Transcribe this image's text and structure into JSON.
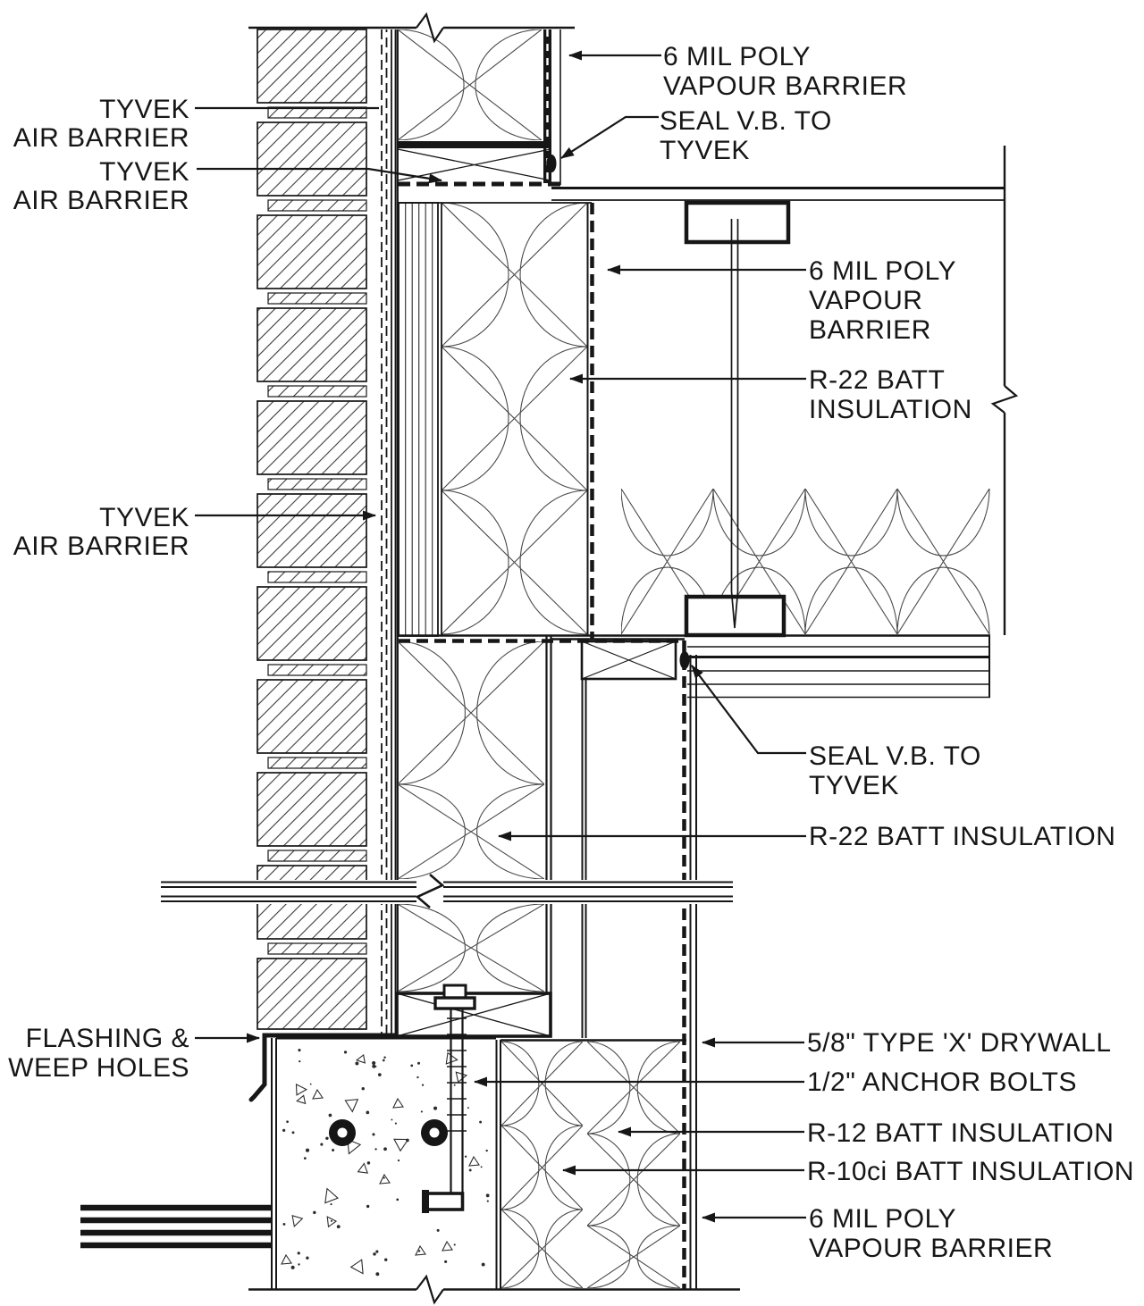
{
  "drawing": {
    "kind": "wall-section-construction-detail",
    "ink_color": "#161616",
    "background_color": "#ffffff"
  },
  "labels": {
    "left": [
      {
        "id": "tyvek-air-barrier-1",
        "lines": [
          "TYVEK",
          "AIR BARRIER"
        ]
      },
      {
        "id": "tyvek-air-barrier-2",
        "lines": [
          "TYVEK",
          "AIR BARRIER"
        ]
      },
      {
        "id": "tyvek-air-barrier-3",
        "lines": [
          "TYVEK",
          "AIR BARRIER"
        ]
      },
      {
        "id": "flashing-weep-holes",
        "lines": [
          "FLASHING &",
          "WEEP HOLES"
        ]
      }
    ],
    "right": [
      {
        "id": "poly-vapour-barrier-top",
        "lines": [
          "6 MIL POLY",
          "VAPOUR BARRIER"
        ]
      },
      {
        "id": "seal-vb-to-tyvek-top",
        "lines": [
          "SEAL V.B. TO",
          "TYVEK"
        ]
      },
      {
        "id": "poly-vapour-barrier-mid",
        "lines": [
          "6 MIL POLY",
          "VAPOUR",
          "BARRIER"
        ]
      },
      {
        "id": "r22-batt-insulation-mid",
        "lines": [
          "R-22 BATT",
          "INSULATION"
        ]
      },
      {
        "id": "seal-vb-to-tyvek-mid",
        "lines": [
          "SEAL V.B. TO",
          "TYVEK"
        ]
      },
      {
        "id": "r22-batt-insulation-lower",
        "lines": [
          "R-22 BATT INSULATION"
        ]
      },
      {
        "id": "type-x-drywall",
        "lines": [
          "5/8\" TYPE 'X' DRYWALL"
        ]
      },
      {
        "id": "anchor-bolts",
        "lines": [
          "1/2\" ANCHOR BOLTS"
        ]
      },
      {
        "id": "r12-batt-insulation",
        "lines": [
          "R-12 BATT INSULATION"
        ]
      },
      {
        "id": "r10ci-batt-insulation",
        "lines": [
          "R-10ci BATT INSULATION"
        ]
      },
      {
        "id": "poly-vapour-barrier-bottom",
        "lines": [
          "6 MIL POLY",
          "VAPOUR BARRIER"
        ]
      }
    ]
  }
}
